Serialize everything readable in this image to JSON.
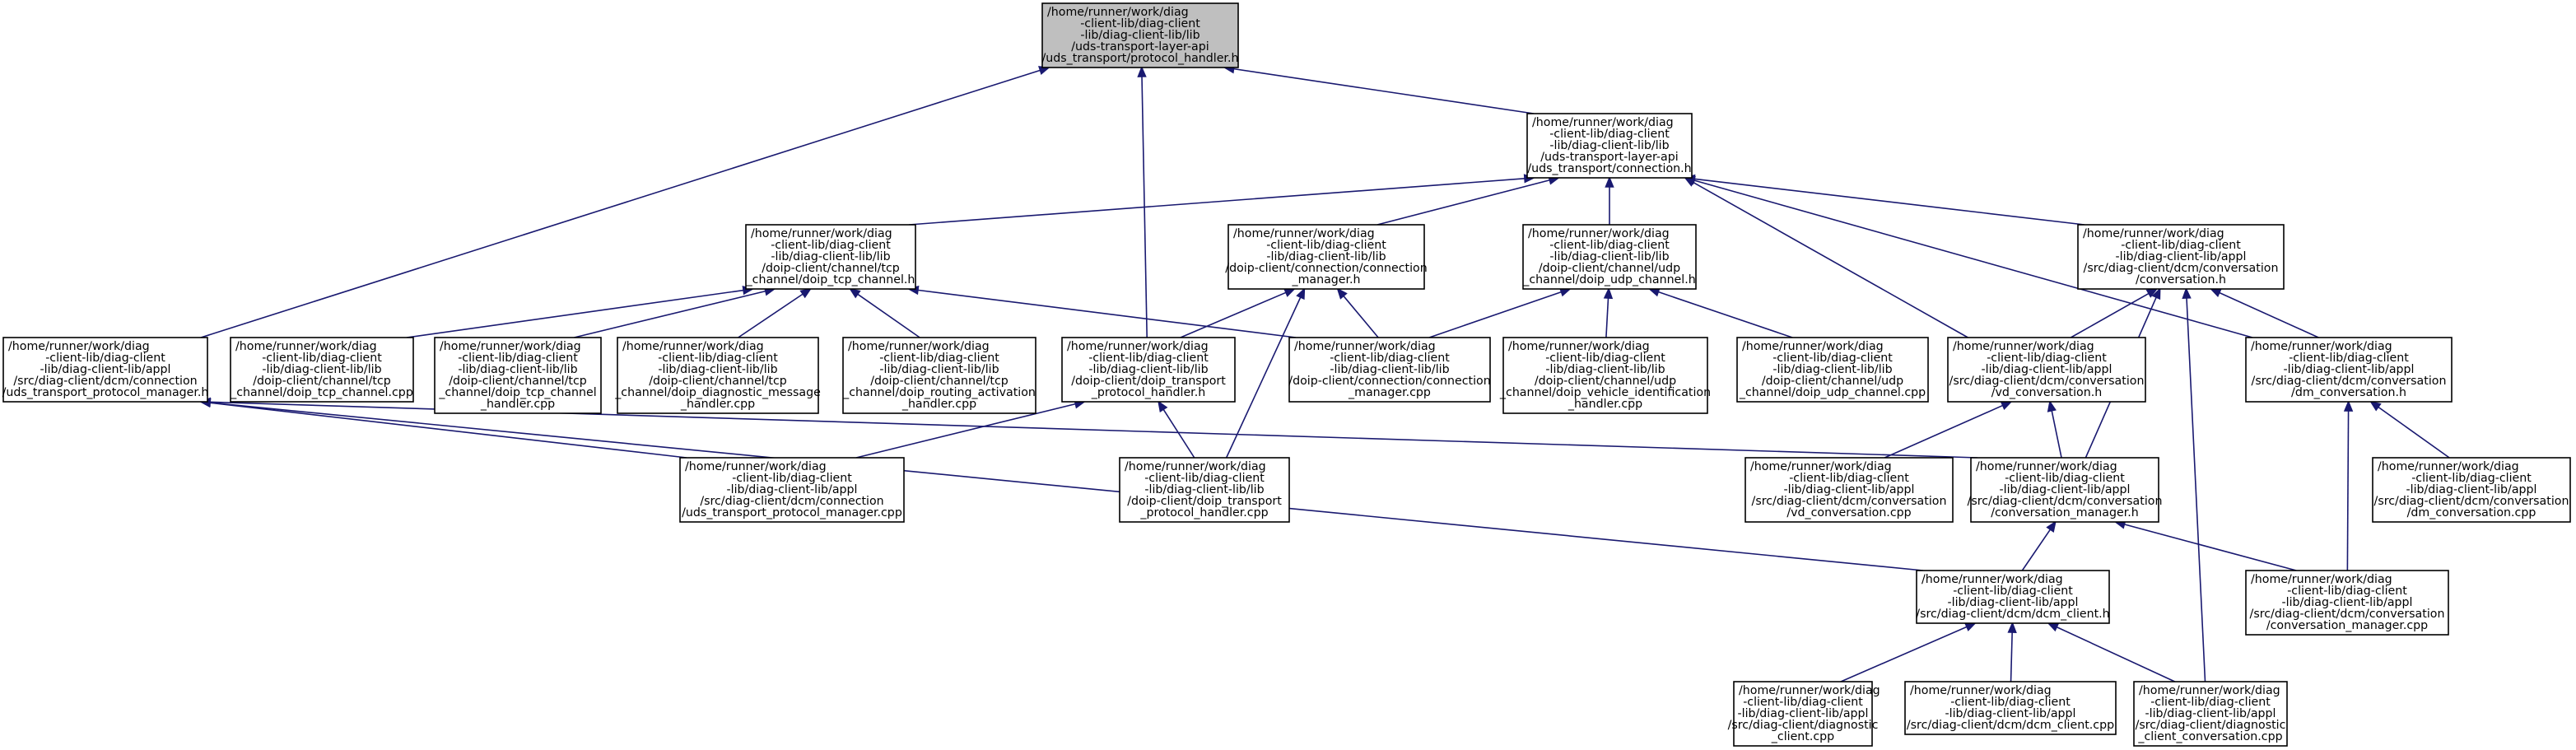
{
  "nodes": {
    "protocol_handler_h": {
      "lines": [
        "/home/runner/work/diag",
        "-client-lib/diag-client",
        "-lib/diag-client-lib/lib",
        "/uds-transport-layer-api",
        "/uds_transport/protocol_handler.h"
      ],
      "highlighted": true
    },
    "connection_h": {
      "lines": [
        "/home/runner/work/diag",
        "-client-lib/diag-client",
        "-lib/diag-client-lib/lib",
        "/uds-transport-layer-api",
        "/uds_transport/connection.h"
      ]
    },
    "uds_transport_protocol_manager_h": {
      "lines": [
        "/home/runner/work/diag",
        "-client-lib/diag-client",
        "-lib/diag-client-lib/appl",
        "/src/diag-client/dcm/connection",
        "/uds_transport_protocol_manager.h"
      ]
    },
    "doip_tcp_channel_h": {
      "lines": [
        "/home/runner/work/diag",
        "-client-lib/diag-client",
        "-lib/diag-client-lib/lib",
        "/doip-client/channel/tcp",
        "_channel/doip_tcp_channel.h"
      ]
    },
    "connection_manager_h": {
      "lines": [
        "/home/runner/work/diag",
        "-client-lib/diag-client",
        "-lib/diag-client-lib/lib",
        "/doip-client/connection/connection",
        "_manager.h"
      ]
    },
    "doip_udp_channel_h": {
      "lines": [
        "/home/runner/work/diag",
        "-client-lib/diag-client",
        "-lib/diag-client-lib/lib",
        "/doip-client/channel/udp",
        "_channel/doip_udp_channel.h"
      ]
    },
    "conversation_h": {
      "lines": [
        "/home/runner/work/diag",
        "-client-lib/diag-client",
        "-lib/diag-client-lib/appl",
        "/src/diag-client/dcm/conversation",
        "/conversation.h"
      ]
    },
    "doip_tcp_channel_cpp": {
      "lines": [
        "/home/runner/work/diag",
        "-client-lib/diag-client",
        "-lib/diag-client-lib/lib",
        "/doip-client/channel/tcp",
        "_channel/doip_tcp_channel.cpp"
      ]
    },
    "doip_tcp_channel_handler_cpp": {
      "lines": [
        "/home/runner/work/diag",
        "-client-lib/diag-client",
        "-lib/diag-client-lib/lib",
        "/doip-client/channel/tcp",
        "_channel/doip_tcp_channel",
        "_handler.cpp"
      ]
    },
    "doip_diagnostic_message_handler_cpp": {
      "lines": [
        "/home/runner/work/diag",
        "-client-lib/diag-client",
        "-lib/diag-client-lib/lib",
        "/doip-client/channel/tcp",
        "_channel/doip_diagnostic_message",
        "_handler.cpp"
      ]
    },
    "doip_routing_activation_handler_cpp": {
      "lines": [
        "/home/runner/work/diag",
        "-client-lib/diag-client",
        "-lib/diag-client-lib/lib",
        "/doip-client/channel/tcp",
        "_channel/doip_routing_activation",
        "_handler.cpp"
      ]
    },
    "doip_transport_protocol_handler_h": {
      "lines": [
        "/home/runner/work/diag",
        "-client-lib/diag-client",
        "-lib/diag-client-lib/lib",
        "/doip-client/doip_transport",
        "_protocol_handler.h"
      ]
    },
    "connection_manager_cpp": {
      "lines": [
        "/home/runner/work/diag",
        "-client-lib/diag-client",
        "-lib/diag-client-lib/lib",
        "/doip-client/connection/connection",
        "_manager.cpp"
      ]
    },
    "doip_vehicle_identification_handler_cpp": {
      "lines": [
        "/home/runner/work/diag",
        "-client-lib/diag-client",
        "-lib/diag-client-lib/lib",
        "/doip-client/channel/udp",
        "_channel/doip_vehicle_identification",
        "_handler.cpp"
      ]
    },
    "doip_udp_channel_cpp": {
      "lines": [
        "/home/runner/work/diag",
        "-client-lib/diag-client",
        "-lib/diag-client-lib/lib",
        "/doip-client/channel/udp",
        "_channel/doip_udp_channel.cpp"
      ]
    },
    "vd_conversation_h": {
      "lines": [
        "/home/runner/work/diag",
        "-client-lib/diag-client",
        "-lib/diag-client-lib/appl",
        "/src/diag-client/dcm/conversation",
        "/vd_conversation.h"
      ]
    },
    "dm_conversation_h": {
      "lines": [
        "/home/runner/work/diag",
        "-client-lib/diag-client",
        "-lib/diag-client-lib/appl",
        "/src/diag-client/dcm/conversation",
        "/dm_conversation.h"
      ]
    },
    "uds_transport_protocol_manager_cpp": {
      "lines": [
        "/home/runner/work/diag",
        "-client-lib/diag-client",
        "-lib/diag-client-lib/appl",
        "/src/diag-client/dcm/connection",
        "/uds_transport_protocol_manager.cpp"
      ]
    },
    "doip_transport_protocol_handler_cpp": {
      "lines": [
        "/home/runner/work/diag",
        "-client-lib/diag-client",
        "-lib/diag-client-lib/lib",
        "/doip-client/doip_transport",
        "_protocol_handler.cpp"
      ]
    },
    "vd_conversation_cpp": {
      "lines": [
        "/home/runner/work/diag",
        "-client-lib/diag-client",
        "-lib/diag-client-lib/appl",
        "/src/diag-client/dcm/conversation",
        "/vd_conversation.cpp"
      ]
    },
    "conversation_manager_h": {
      "lines": [
        "/home/runner/work/diag",
        "-client-lib/diag-client",
        "-lib/diag-client-lib/appl",
        "/src/diag-client/dcm/conversation",
        "/conversation_manager.h"
      ]
    },
    "dm_conversation_cpp": {
      "lines": [
        "/home/runner/work/diag",
        "-client-lib/diag-client",
        "-lib/diag-client-lib/appl",
        "/src/diag-client/dcm/conversation",
        "/dm_conversation.cpp"
      ]
    },
    "dcm_client_h": {
      "lines": [
        "/home/runner/work/diag",
        "-client-lib/diag-client",
        "-lib/diag-client-lib/appl",
        "/src/diag-client/dcm/dcm_client.h"
      ]
    },
    "conversation_manager_cpp": {
      "lines": [
        "/home/runner/work/diag",
        "-client-lib/diag-client",
        "-lib/diag-client-lib/appl",
        "/src/diag-client/dcm/conversation",
        "/conversation_manager.cpp"
      ]
    },
    "diagnostic_client_cpp": {
      "lines": [
        "/home/runner/work/diag",
        "-client-lib/diag-client",
        "-lib/diag-client-lib/appl",
        "/src/diag-client/diagnostic",
        "_client.cpp"
      ]
    },
    "dcm_client_cpp": {
      "lines": [
        "/home/runner/work/diag",
        "-client-lib/diag-client",
        "-lib/diag-client-lib/appl",
        "/src/diag-client/dcm/dcm_client.cpp"
      ]
    },
    "diagnostic_client_conversation_cpp": {
      "lines": [
        "/home/runner/work/diag",
        "-client-lib/diag-client",
        "-lib/diag-client-lib/appl",
        "/src/diag-client/diagnostic",
        "_client_conversation.cpp"
      ]
    }
  },
  "edges": [
    {
      "from": "uds_transport_protocol_manager_h",
      "to": "protocol_handler_h"
    },
    {
      "from": "doip_transport_protocol_handler_h",
      "to": "protocol_handler_h"
    },
    {
      "from": "connection_h",
      "to": "protocol_handler_h"
    },
    {
      "from": "doip_tcp_channel_h",
      "to": "connection_h"
    },
    {
      "from": "connection_manager_h",
      "to": "connection_h"
    },
    {
      "from": "doip_udp_channel_h",
      "to": "connection_h"
    },
    {
      "from": "conversation_h",
      "to": "connection_h"
    },
    {
      "from": "vd_conversation_h",
      "to": "connection_h"
    },
    {
      "from": "dm_conversation_h",
      "to": "connection_h"
    },
    {
      "from": "doip_tcp_channel_cpp",
      "to": "doip_tcp_channel_h"
    },
    {
      "from": "doip_tcp_channel_handler_cpp",
      "to": "doip_tcp_channel_h"
    },
    {
      "from": "doip_diagnostic_message_handler_cpp",
      "to": "doip_tcp_channel_h"
    },
    {
      "from": "doip_routing_activation_handler_cpp",
      "to": "doip_tcp_channel_h"
    },
    {
      "from": "connection_manager_cpp",
      "to": "doip_tcp_channel_h"
    },
    {
      "from": "doip_transport_protocol_handler_h",
      "to": "connection_manager_h"
    },
    {
      "from": "connection_manager_cpp",
      "to": "connection_manager_h"
    },
    {
      "from": "doip_transport_protocol_handler_cpp",
      "to": "connection_manager_h"
    },
    {
      "from": "connection_manager_cpp",
      "to": "doip_udp_channel_h"
    },
    {
      "from": "doip_vehicle_identification_handler_cpp",
      "to": "doip_udp_channel_h"
    },
    {
      "from": "doip_udp_channel_cpp",
      "to": "doip_udp_channel_h"
    },
    {
      "from": "vd_conversation_h",
      "to": "conversation_h"
    },
    {
      "from": "dm_conversation_h",
      "to": "conversation_h"
    },
    {
      "from": "conversation_manager_h",
      "to": "conversation_h"
    },
    {
      "from": "diagnostic_client_conversation_cpp",
      "to": "conversation_h"
    },
    {
      "from": "uds_transport_protocol_manager_cpp",
      "to": "doip_transport_protocol_handler_h"
    },
    {
      "from": "doip_transport_protocol_handler_cpp",
      "to": "doip_transport_protocol_handler_h"
    },
    {
      "from": "uds_transport_protocol_manager_cpp",
      "to": "uds_transport_protocol_manager_h"
    },
    {
      "from": "conversation_manager_h",
      "to": "uds_transport_protocol_manager_h"
    },
    {
      "from": "dcm_client_h",
      "to": "uds_transport_protocol_manager_h"
    },
    {
      "from": "vd_conversation_cpp",
      "to": "vd_conversation_h"
    },
    {
      "from": "conversation_manager_h",
      "to": "vd_conversation_h"
    },
    {
      "from": "dm_conversation_cpp",
      "to": "dm_conversation_h"
    },
    {
      "from": "conversation_manager_cpp",
      "to": "dm_conversation_h"
    },
    {
      "from": "dcm_client_h",
      "to": "conversation_manager_h"
    },
    {
      "from": "conversation_manager_cpp",
      "to": "conversation_manager_h"
    },
    {
      "from": "diagnostic_client_cpp",
      "to": "dcm_client_h"
    },
    {
      "from": "dcm_client_cpp",
      "to": "dcm_client_h"
    },
    {
      "from": "diagnostic_client_conversation_cpp",
      "to": "dcm_client_h"
    }
  ]
}
